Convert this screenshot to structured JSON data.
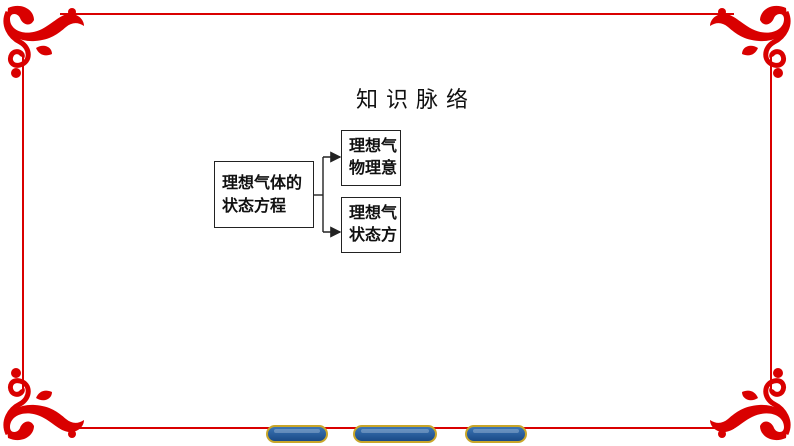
{
  "page": {
    "title": "知识脉络"
  },
  "diagram": {
    "main_box": {
      "lines": [
        "理想气体的",
        "状态方程"
      ]
    },
    "branch_top": {
      "lines": [
        "理想气",
        "物理意"
      ]
    },
    "branch_bottom": {
      "lines": [
        "理想气",
        "状态方"
      ]
    }
  },
  "style": {
    "frame_color": "#d90000",
    "button_color": "#2b62a1",
    "button_border": "#c9a629"
  },
  "icons": {
    "corner_decoration": "red-floral-corner-icon",
    "nav_buttons": [
      "nav-button-left",
      "nav-button-middle",
      "nav-button-right"
    ]
  }
}
